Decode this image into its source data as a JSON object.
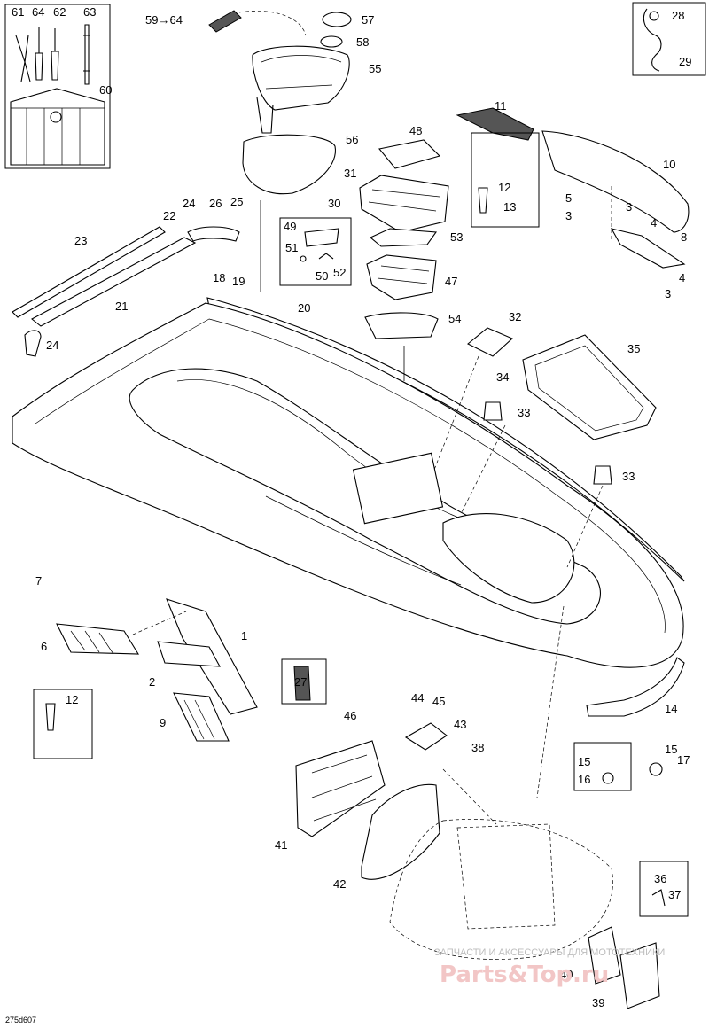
{
  "diagram_id": "275d607",
  "kit_range_label": "59→64",
  "watermark": {
    "line1": "ЗАПЧАСТИ И АКСЕССУАРЫ ДЛЯ МОТОТЕХНИКИ",
    "line2": "Parts&Top.ru"
  },
  "callouts": [
    {
      "id": "c1",
      "text": "1"
    },
    {
      "id": "c2",
      "text": "2"
    },
    {
      "id": "c3a",
      "text": "3"
    },
    {
      "id": "c3b",
      "text": "3"
    },
    {
      "id": "c3c",
      "text": "3"
    },
    {
      "id": "c4a",
      "text": "4"
    },
    {
      "id": "c4b",
      "text": "4"
    },
    {
      "id": "c5",
      "text": "5"
    },
    {
      "id": "c6",
      "text": "6"
    },
    {
      "id": "c7",
      "text": "7"
    },
    {
      "id": "c8",
      "text": "8"
    },
    {
      "id": "c9",
      "text": "9"
    },
    {
      "id": "c10",
      "text": "10"
    },
    {
      "id": "c11",
      "text": "11"
    },
    {
      "id": "c12a",
      "text": "12"
    },
    {
      "id": "c12b",
      "text": "12"
    },
    {
      "id": "c13",
      "text": "13"
    },
    {
      "id": "c14",
      "text": "14"
    },
    {
      "id": "c15a",
      "text": "15"
    },
    {
      "id": "c15b",
      "text": "15"
    },
    {
      "id": "c16",
      "text": "16"
    },
    {
      "id": "c17",
      "text": "17"
    },
    {
      "id": "c18",
      "text": "18"
    },
    {
      "id": "c19",
      "text": "19"
    },
    {
      "id": "c20",
      "text": "20"
    },
    {
      "id": "c21",
      "text": "21"
    },
    {
      "id": "c22",
      "text": "22"
    },
    {
      "id": "c23",
      "text": "23"
    },
    {
      "id": "c24a",
      "text": "24"
    },
    {
      "id": "c24b",
      "text": "24"
    },
    {
      "id": "c25",
      "text": "25"
    },
    {
      "id": "c26",
      "text": "26"
    },
    {
      "id": "c27",
      "text": "27"
    },
    {
      "id": "c28",
      "text": "28"
    },
    {
      "id": "c29",
      "text": "29"
    },
    {
      "id": "c30",
      "text": "30"
    },
    {
      "id": "c31",
      "text": "31"
    },
    {
      "id": "c32",
      "text": "32"
    },
    {
      "id": "c33a",
      "text": "33"
    },
    {
      "id": "c33b",
      "text": "33"
    },
    {
      "id": "c34",
      "text": "34"
    },
    {
      "id": "c35",
      "text": "35"
    },
    {
      "id": "c36",
      "text": "36"
    },
    {
      "id": "c37",
      "text": "37"
    },
    {
      "id": "c38",
      "text": "38"
    },
    {
      "id": "c39",
      "text": "39"
    },
    {
      "id": "c40",
      "text": "40"
    },
    {
      "id": "c41",
      "text": "41"
    },
    {
      "id": "c42",
      "text": "42"
    },
    {
      "id": "c43",
      "text": "43"
    },
    {
      "id": "c44",
      "text": "44"
    },
    {
      "id": "c45",
      "text": "45"
    },
    {
      "id": "c46",
      "text": "46"
    },
    {
      "id": "c47",
      "text": "47"
    },
    {
      "id": "c48",
      "text": "48"
    },
    {
      "id": "c49",
      "text": "49"
    },
    {
      "id": "c50",
      "text": "50"
    },
    {
      "id": "c51",
      "text": "51"
    },
    {
      "id": "c52",
      "text": "52"
    },
    {
      "id": "c53",
      "text": "53"
    },
    {
      "id": "c54",
      "text": "54"
    },
    {
      "id": "c55",
      "text": "55"
    },
    {
      "id": "c56",
      "text": "56"
    },
    {
      "id": "c57",
      "text": "57"
    },
    {
      "id": "c58",
      "text": "58"
    },
    {
      "id": "c60",
      "text": "60"
    },
    {
      "id": "c61",
      "text": "61"
    },
    {
      "id": "c62",
      "text": "62"
    },
    {
      "id": "c63",
      "text": "63"
    },
    {
      "id": "c64",
      "text": "64"
    }
  ]
}
